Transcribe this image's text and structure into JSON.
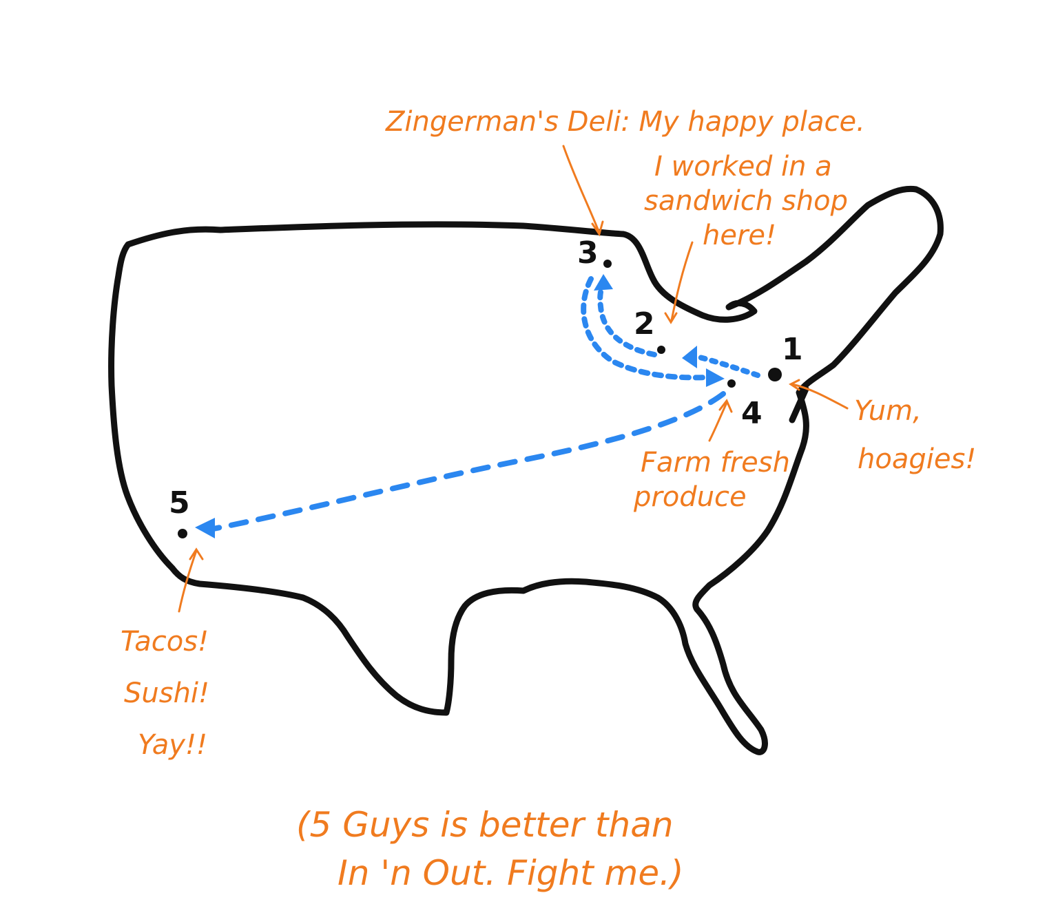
{
  "colors": {
    "outline": "#111111",
    "route": "#2b87f0",
    "notes": "#f07b1f"
  },
  "stops": [
    {
      "number": "1",
      "note": [
        "Yum,",
        "hoagies!"
      ]
    },
    {
      "number": "2",
      "note": [
        "I worked in a",
        "sandwich shop",
        "here!"
      ]
    },
    {
      "number": "3",
      "note": [
        "Zingerman's Deli: My happy place."
      ]
    },
    {
      "number": "4",
      "note": [
        "Farm fresh",
        "produce"
      ]
    },
    {
      "number": "5",
      "note": [
        "Tacos!",
        "Sushi!",
        "Yay!!"
      ]
    }
  ],
  "footer": [
    "(5 Guys is better than",
    "In 'n Out. Fight me.)"
  ]
}
